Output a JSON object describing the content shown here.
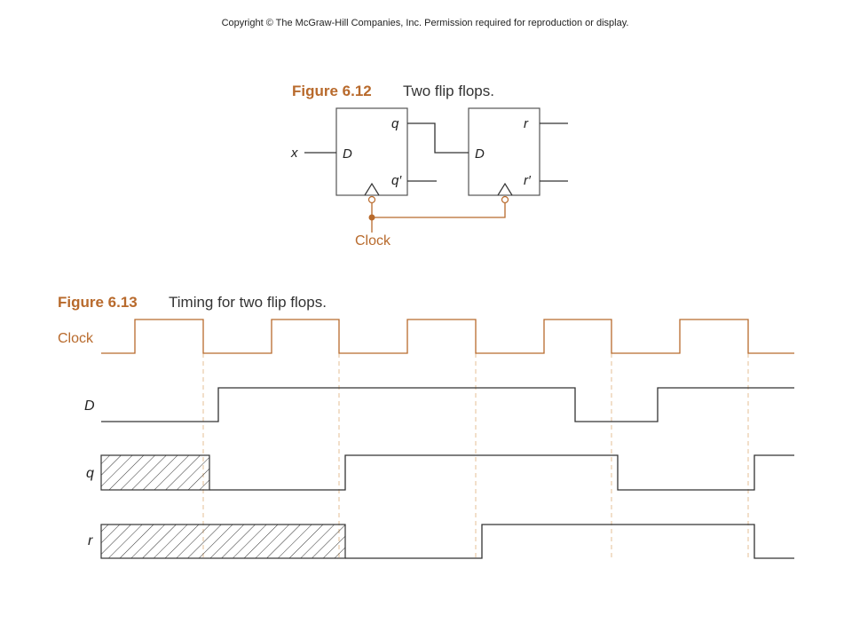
{
  "header": {
    "copyright": "Copyright © The McGraw-Hill Companies, Inc. Permission required for reproduction or display."
  },
  "colors": {
    "accent": "#b86a2c",
    "line": "#333333",
    "dash": "#e2b98a"
  },
  "figure_6_12": {
    "label": "Figure 6.12",
    "caption": "Two flip flops.",
    "labels": {
      "x": "x",
      "d1": "D",
      "q": "q",
      "qprime": "q′",
      "d2": "D",
      "r": "r",
      "rprime": "r′",
      "clock": "Clock"
    }
  },
  "figure_6_13": {
    "label": "Figure 6.13",
    "caption": "Timing for two flip flops.",
    "signals": {
      "clock": "Clock",
      "d": "D",
      "q": "q",
      "r": "r"
    }
  }
}
